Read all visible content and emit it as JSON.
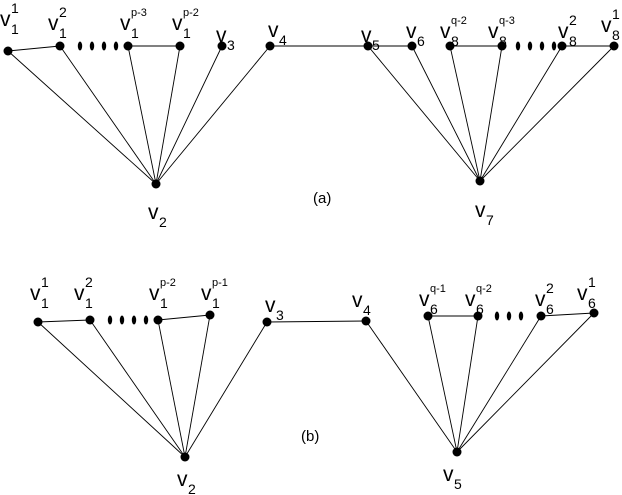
{
  "figures": [
    {
      "caption": "(a)",
      "nodes": [
        {
          "id": "a_v1_1",
          "base": "v",
          "sub": "1",
          "sup": "1"
        },
        {
          "id": "a_v1_2",
          "base": "v",
          "sub": "1",
          "sup": "2"
        },
        {
          "id": "a_v1_p3",
          "base": "v",
          "sub": "1",
          "sup": "p-3"
        },
        {
          "id": "a_v1_p2",
          "base": "v",
          "sub": "1",
          "sup": "p-2"
        },
        {
          "id": "a_v3",
          "base": "v",
          "sub": "3",
          "sup": ""
        },
        {
          "id": "a_v4",
          "base": "v",
          "sub": "4",
          "sup": ""
        },
        {
          "id": "a_v5",
          "base": "v",
          "sub": "5",
          "sup": ""
        },
        {
          "id": "a_v6",
          "base": "v",
          "sub": "6",
          "sup": ""
        },
        {
          "id": "a_v8_q2",
          "base": "v",
          "sub": "8",
          "sup": "q-2"
        },
        {
          "id": "a_v8_q3",
          "base": "v",
          "sub": "8",
          "sup": "q-3"
        },
        {
          "id": "a_v8_2",
          "base": "v",
          "sub": "8",
          "sup": "2"
        },
        {
          "id": "a_v8_1",
          "base": "v",
          "sub": "8",
          "sup": "1"
        },
        {
          "id": "a_v2",
          "base": "v",
          "sub": "2",
          "sup": ""
        },
        {
          "id": "a_v7",
          "base": "v",
          "sub": "7",
          "sup": ""
        }
      ],
      "edges": [
        [
          "a_v1_1",
          "a_v2"
        ],
        [
          "a_v1_2",
          "a_v2"
        ],
        [
          "a_v1_p3",
          "a_v2"
        ],
        [
          "a_v1_p2",
          "a_v2"
        ],
        [
          "a_v3",
          "a_v2"
        ],
        [
          "a_v4",
          "a_v2"
        ],
        [
          "a_v1_1",
          "a_v1_2"
        ],
        [
          "a_v1_p3",
          "a_v1_p2"
        ],
        [
          "a_v4",
          "a_v5"
        ],
        [
          "a_v5",
          "a_v6"
        ],
        [
          "a_v8_q2",
          "a_v8_q3"
        ],
        [
          "a_v8_2",
          "a_v8_1"
        ],
        [
          "a_v5",
          "a_v7"
        ],
        [
          "a_v6",
          "a_v7"
        ],
        [
          "a_v8_q2",
          "a_v7"
        ],
        [
          "a_v8_q3",
          "a_v7"
        ],
        [
          "a_v8_2",
          "a_v7"
        ],
        [
          "a_v8_1",
          "a_v7"
        ]
      ]
    },
    {
      "caption": "(b)",
      "nodes": [
        {
          "id": "b_v1_1",
          "base": "v",
          "sub": "1",
          "sup": "1"
        },
        {
          "id": "b_v1_2",
          "base": "v",
          "sub": "1",
          "sup": "2"
        },
        {
          "id": "b_v1_p2",
          "base": "v",
          "sub": "1",
          "sup": "p-2"
        },
        {
          "id": "b_v1_p1",
          "base": "v",
          "sub": "1",
          "sup": "p-1"
        },
        {
          "id": "b_v3",
          "base": "v",
          "sub": "3",
          "sup": ""
        },
        {
          "id": "b_v4",
          "base": "v",
          "sub": "4",
          "sup": ""
        },
        {
          "id": "b_v6_q1",
          "base": "v",
          "sub": "6",
          "sup": "q-1"
        },
        {
          "id": "b_v6_q2",
          "base": "v",
          "sub": "6",
          "sup": "q-2"
        },
        {
          "id": "b_v6_2",
          "base": "v",
          "sub": "6",
          "sup": "2"
        },
        {
          "id": "b_v6_1",
          "base": "v",
          "sub": "6",
          "sup": "1"
        },
        {
          "id": "b_v2",
          "base": "v",
          "sub": "2",
          "sup": ""
        },
        {
          "id": "b_v5",
          "base": "v",
          "sub": "5",
          "sup": ""
        }
      ],
      "edges": [
        [
          "b_v1_1",
          "b_v2"
        ],
        [
          "b_v1_2",
          "b_v2"
        ],
        [
          "b_v1_p2",
          "b_v2"
        ],
        [
          "b_v1_p1",
          "b_v2"
        ],
        [
          "b_v3",
          "b_v2"
        ],
        [
          "b_v1_1",
          "b_v1_2"
        ],
        [
          "b_v1_p2",
          "b_v1_p1"
        ],
        [
          "b_v3",
          "b_v4"
        ],
        [
          "b_v4",
          "b_v5"
        ],
        [
          "b_v6_q1",
          "b_v5"
        ],
        [
          "b_v6_q2",
          "b_v5"
        ],
        [
          "b_v6_2",
          "b_v5"
        ],
        [
          "b_v6_1",
          "b_v5"
        ],
        [
          "b_v6_q1",
          "b_v6_q2"
        ],
        [
          "b_v6_2",
          "b_v6_1"
        ]
      ]
    }
  ]
}
